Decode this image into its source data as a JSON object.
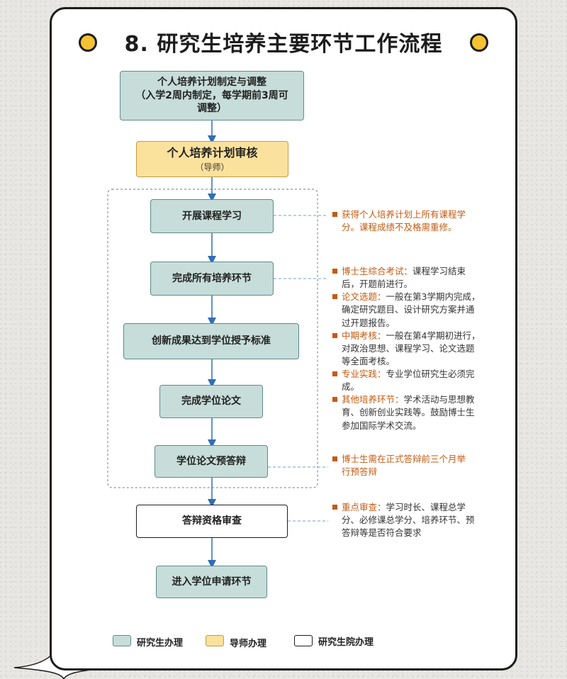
{
  "title": "8. 研究生培养主要环节工作流程",
  "colors": {
    "graduate_fill": "#c7ddd9",
    "advisor_fill": "#fbe29c",
    "school_fill": "#ffffff",
    "note_accent": "#c55a11",
    "dot": "#f4c232"
  },
  "steps": {
    "plan": {
      "line1": "个人培养计划制定与调整",
      "line2": "（入学2周内制定，每学期前3周可",
      "line3": "调整）"
    },
    "review": {
      "label": "个人培养计划审核",
      "sub": "（导师）"
    },
    "courses": {
      "label": "开展课程学习"
    },
    "all_links": {
      "label": "完成所有培养环节"
    },
    "innovation": {
      "label": "创新成果达到学位授予标准"
    },
    "thesis": {
      "label": "完成学位论文"
    },
    "pre_defense": {
      "label": "学位论文预答辩"
    },
    "qualification": {
      "label": "答辩资格审查"
    },
    "apply": {
      "label": "进入学位申请环节"
    }
  },
  "notes": {
    "courses": "获得个人培养计划上所有课程学分。课程成绩不及格需重修。",
    "links": [
      {
        "head": "博士生综合考试：",
        "body": "课程学习结束后，开题前进行。"
      },
      {
        "head": "论文选题：",
        "body": "一般在第3学期内完成，确定研究题目、设计研究方案并通过开题报告。"
      },
      {
        "head": "中期考核：",
        "body": "一般在第4学期初进行，对政治思想、课程学习、论文选题等全面考核。"
      },
      {
        "head": "专业实践：",
        "body": "专业学位研究生必须完成。"
      },
      {
        "head": "其他培养环节：",
        "body": "学术活动与思想教育、创新创业实践等。鼓励博士生参加国际学术交流。"
      }
    ],
    "pre_defense": "博士生需在正式答辩前三个月举行预答辩",
    "qualification": {
      "head": "重点审查：",
      "body": "学习时长、课程总学分、必修课总学分、培养环节、预答辩等是否符合要求"
    }
  },
  "legend": {
    "graduate": "研究生办理",
    "advisor": "导师办理",
    "school": "研究生院办理"
  }
}
